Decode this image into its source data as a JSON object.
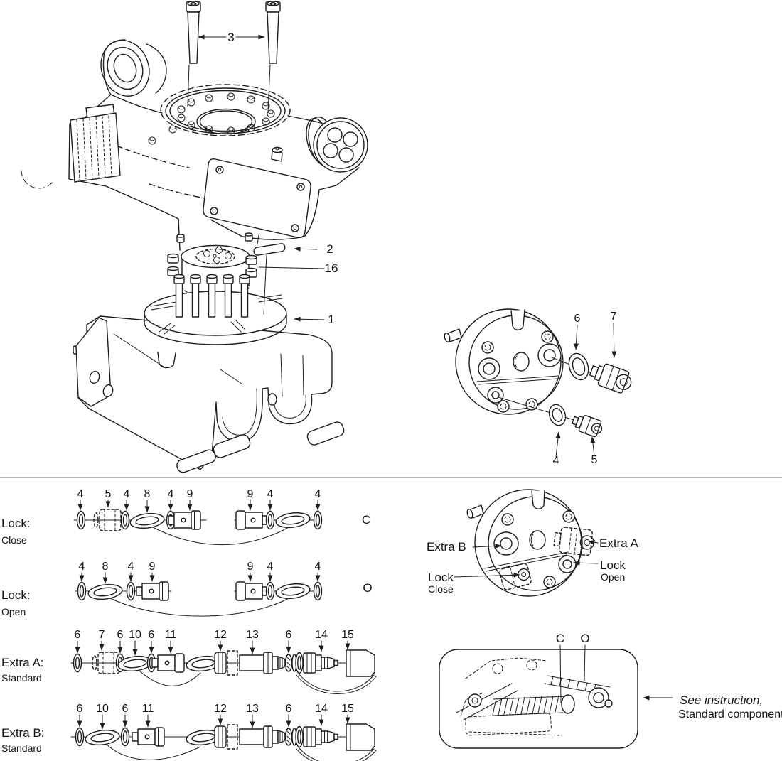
{
  "figure": {
    "background": "#ffffff",
    "line_color": "#1d1d1d",
    "divider_color": "#b5b5b5"
  },
  "main_view": {
    "callout_3": "3",
    "callout_2": "2",
    "callout_16": "16",
    "callout_1": "1"
  },
  "plug_detail": {
    "callout_6": "6",
    "callout_7": "7",
    "callout_4": "4",
    "callout_5": "5"
  },
  "rows": [
    {
      "title": "Lock:",
      "subtitle": "Close",
      "code": "C",
      "callouts": [
        "4",
        "5",
        "4",
        "8",
        "4",
        "9",
        "9",
        "4",
        "4"
      ]
    },
    {
      "title": "Lock:",
      "subtitle": "Open",
      "code": "O",
      "callouts": [
        "4",
        "8",
        "4",
        "9",
        "9",
        "4",
        "4"
      ]
    },
    {
      "title": "Extra A:",
      "subtitle": "Standard",
      "callouts": [
        "6",
        "7",
        "6",
        "10",
        "6",
        "11",
        "12",
        "13",
        "6",
        "14",
        "15"
      ]
    },
    {
      "title": "Extra B:",
      "subtitle": "Standard",
      "callouts": [
        "6",
        "10",
        "6",
        "11",
        "12",
        "13",
        "6",
        "14",
        "15"
      ]
    }
  ],
  "port_plate": {
    "extra_b": "Extra B",
    "extra_a": "Extra A",
    "lock_open_title": "Lock",
    "lock_open_sub": "Open",
    "lock_close_title": "Lock",
    "lock_close_sub": "Close"
  },
  "instruction_box": {
    "c": "C",
    "o": "O",
    "note_line1": "See instruction,",
    "note_line2": "Standard components"
  }
}
